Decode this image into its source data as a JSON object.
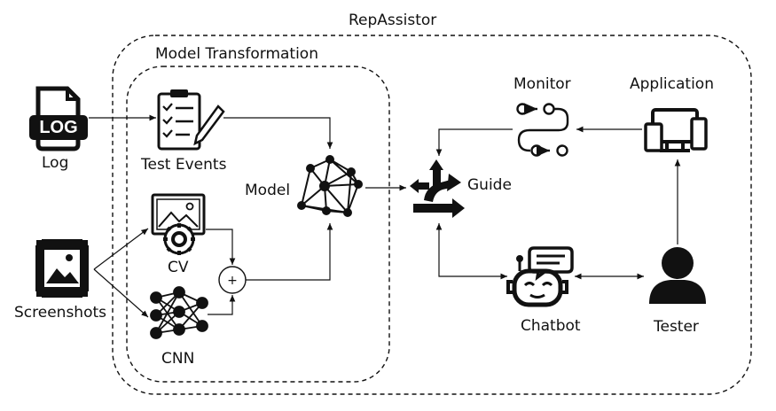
{
  "outer_container": {
    "label": "RepAssistor"
  },
  "inner_container": {
    "label": "Model Transformation"
  },
  "nodes": {
    "log": {
      "label": "Log",
      "icon": "log-file-icon",
      "icon_text": "LOG"
    },
    "screenshots": {
      "label": "Screenshots",
      "icon": "screenshot-image-icon"
    },
    "test_events": {
      "label": "Test Events",
      "icon": "checklist-icon"
    },
    "cv": {
      "label": "CV",
      "icon": "image-processing-icon"
    },
    "cnn": {
      "label": "CNN",
      "icon": "neural-network-icon"
    },
    "combine": {
      "label": "+",
      "icon": "plus-circle-icon"
    },
    "model": {
      "label": "Model",
      "icon": "network-graph-icon"
    },
    "guide": {
      "label": "Guide",
      "icon": "direction-arrows-icon"
    },
    "monitor": {
      "label": "Monitor",
      "icon": "flow-monitor-icon"
    },
    "application": {
      "label": "Application",
      "icon": "devices-icon"
    },
    "chatbot": {
      "label": "Chatbot",
      "icon": "robot-chat-icon"
    },
    "tester": {
      "label": "Tester",
      "icon": "person-icon"
    }
  },
  "colors": {
    "stroke": "#111111",
    "background": "#ffffff"
  }
}
